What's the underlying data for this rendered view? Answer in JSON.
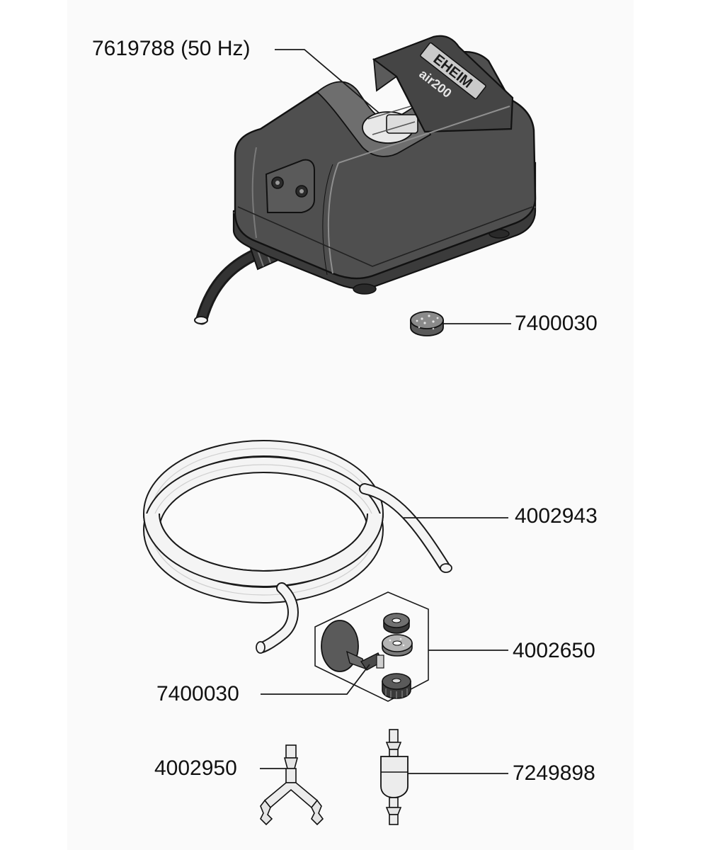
{
  "diagram": {
    "pump": {
      "brand_logo": "EHEIM",
      "model": "air200",
      "part_number": "7619788 (50 Hz)"
    },
    "parts": [
      {
        "id": "filter-pad-top",
        "part_number": "7400030"
      },
      {
        "id": "air-hose",
        "part_number": "4002943"
      },
      {
        "id": "air-stone-set",
        "part_number": "4002650"
      },
      {
        "id": "filter-pad-bottom",
        "part_number": "7400030"
      },
      {
        "id": "y-connector",
        "part_number": "4002950"
      },
      {
        "id": "check-valve",
        "part_number": "7249898"
      }
    ],
    "colors": {
      "pump_body": "#4f4f4f",
      "pump_dark": "#2e2e2e",
      "pump_light": "#8a8a8a",
      "line": "#1a1a1a",
      "hose": "#f4f4f4",
      "background": "#fafafa"
    }
  }
}
